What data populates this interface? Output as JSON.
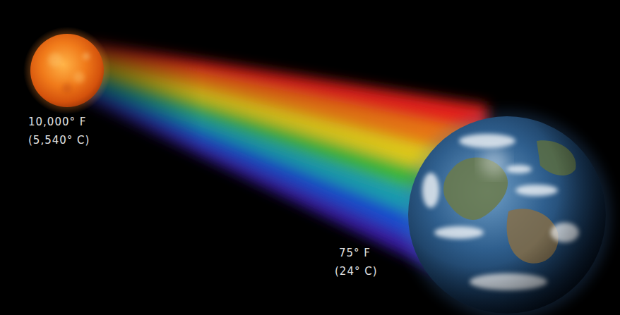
{
  "diagram": {
    "labels": [
      "10,000° F",
      "(5,540° C)",
      "75° F",
      "(24° C)"
    ]
  }
}
